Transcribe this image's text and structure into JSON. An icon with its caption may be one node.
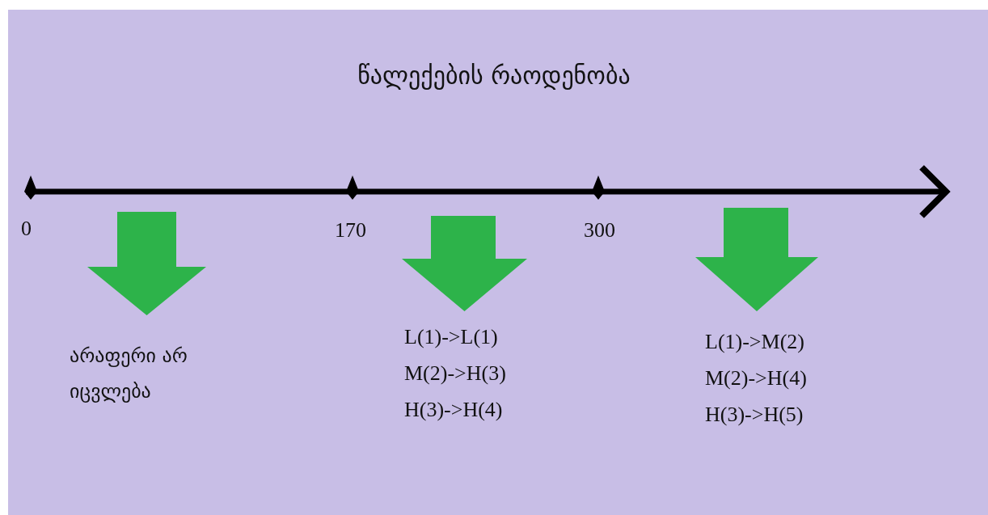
{
  "diagram": {
    "title": "წალექების რაოდენობა",
    "labels": [
      "0",
      "170",
      "300",
      "არაფერი არ იცვლება",
      "L(1)->L(1)",
      "M(2)->H(3)",
      "H(3)->H(4)",
      "L(1)->M(2)",
      "M(2)->H(4)",
      "H(3)->H(5)"
    ]
  }
}
